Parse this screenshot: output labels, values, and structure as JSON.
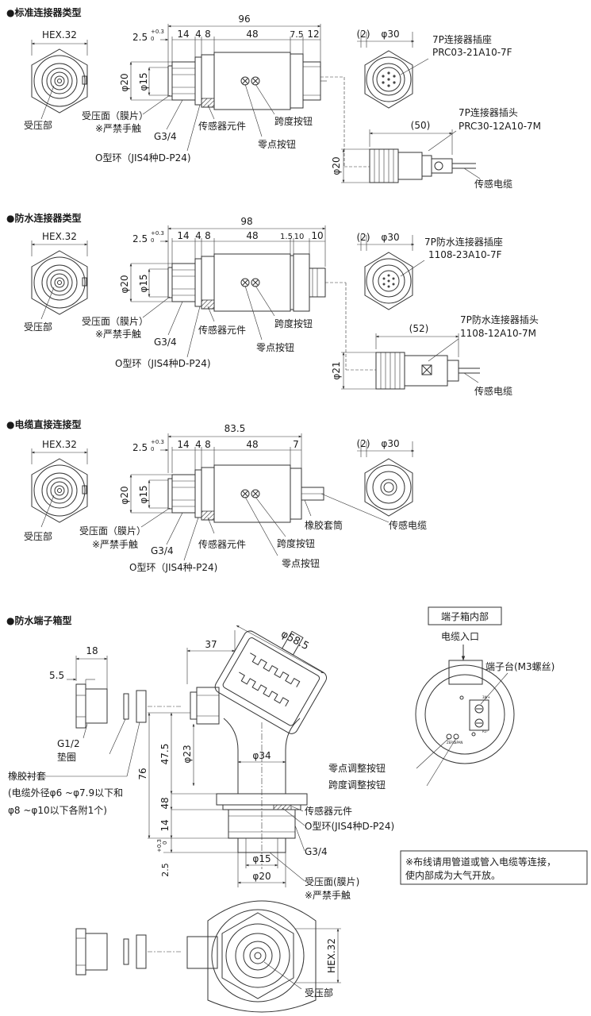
{
  "sections": {
    "s1": {
      "title": "●标准连接器类型",
      "hex": "HEX.32",
      "pressure_part": "受压部",
      "total": "96",
      "dim_25": "2.5",
      "tol_plus": "+0.3",
      "tol_zero": "0",
      "d14": "14",
      "d4": "4",
      "d8": "8",
      "d48": "48",
      "d75": "7.5",
      "d12": "12",
      "phi20": "φ20",
      "phi15": "φ15",
      "diaphragm": "受压面（膜片）",
      "no_touch": "※严禁手触",
      "g34": "G3/4",
      "sensor": "传感器元件",
      "span": "跨度按钮",
      "zero": "零点按钮",
      "oring": "O型环（JIS4种D-P24)",
      "paren2": "(2)",
      "phi30": "φ30",
      "socket_name": "7P连接器插座",
      "socket_model": "PRC03-21A10-7F",
      "plug_name": "7P连接器插头",
      "plug_model": "PRC30-12A10-7M",
      "plug_len": "(50)",
      "plug_phi20": "φ20",
      "cable": "传感电缆"
    },
    "s2": {
      "title": "●防水连接器类型",
      "hex": "HEX.32",
      "pressure_part": "受压部",
      "total": "98",
      "dim_25": "2.5",
      "tol_plus": "+0.3",
      "tol_zero": "0",
      "d14": "14",
      "d4": "4",
      "d8": "8",
      "d48": "48",
      "d15": "1.5",
      "d10a": "10",
      "d10b": "10",
      "phi20": "φ20",
      "phi15": "φ15",
      "diaphragm": "受压面（膜片）",
      "no_touch": "※严禁手触",
      "g34": "G3/4",
      "sensor": "传感器元件",
      "span": "跨度按钮",
      "zero": "零点按钮",
      "oring": "O型环（JIS4种D-P24)",
      "paren2": "(2)",
      "phi30": "φ30",
      "socket_name": "7P防水连接器插座",
      "socket_model": "1108-23A10-7F",
      "plug_name": "7P防水连接器插头",
      "plug_model": "1108-12A10-7M",
      "plug_len": "(52)",
      "plug_phi21": "φ21",
      "cable": "传感电缆"
    },
    "s3": {
      "title": "●电缆直接连接型",
      "hex": "HEX.32",
      "pressure_part": "受压部",
      "total": "83.5",
      "dim_25": "2.5",
      "tol_plus": "+0.3",
      "tol_zero": "0",
      "d14": "14",
      "d4": "4",
      "d8": "8",
      "d48": "48",
      "d7": "7",
      "phi20": "φ20",
      "phi15": "φ15",
      "diaphragm": "受压面（膜片）",
      "no_touch": "※严禁手触",
      "g34": "G3/4",
      "sensor": "传感器元件",
      "rubber": "橡胶套筒",
      "span": "跨度按钮",
      "zero": "零点按钮",
      "oring": "O型环（JIS4种-P24)",
      "cable": "传感电缆",
      "paren2": "(2)",
      "phi30": "φ30"
    },
    "s4": {
      "title": "●防水端子箱型",
      "d18": "18",
      "d55": "5.5",
      "g12": "G1/2",
      "gasket": "垫圈",
      "bushing": "橡胶衬套",
      "bushing_note1": "(电缆外径φ6 ~φ7.9以下和",
      "bushing_note2": "φ8 ~φ10以下各附1个)",
      "d37": "37",
      "phi585": "φ58.5",
      "d475": "47.5",
      "d76": "76",
      "phi23": "φ23",
      "phi34": "φ34",
      "d48": "48",
      "d14": "14",
      "d25": "2.5",
      "tol_plus": "+0.3",
      "tol_zero": "0",
      "phi15": "φ15",
      "phi20": "φ20",
      "sensor": "传感器元件",
      "oring": "O型环(JIS4种D-P24)",
      "g34": "G3/4",
      "diaphragm": "受压面(膜片)",
      "no_touch": "※严禁手触",
      "box_title": "端子箱内部",
      "cable_inlet": "电缆入口",
      "terminal": "端子台(M3螺丝)",
      "zero_adj": "零点调整按钮",
      "span_adj": "跨度调整按钮",
      "tiny_zero": "ZERO",
      "tiny_span": "SPAN",
      "note1": "※布线请用管道或管入电缆等连接，",
      "note2": "使内部成为大气开放。",
      "hex": "HEX.32",
      "pressure_part": "受压部"
    }
  }
}
